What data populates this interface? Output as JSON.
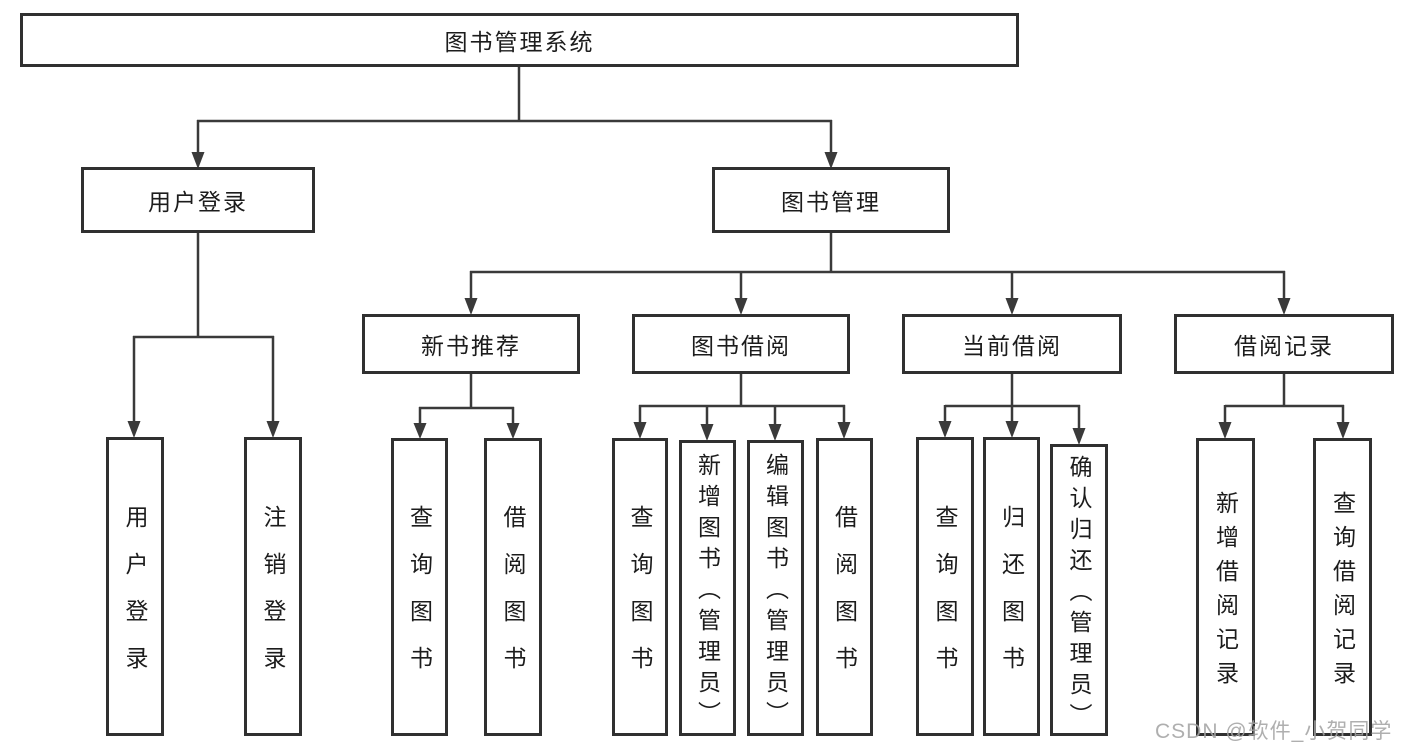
{
  "nodes": {
    "root": "图书管理系统",
    "user_login": "用户登录",
    "book_management": "图书管理",
    "new_book_recommend": "新书推荐",
    "book_borrowing": "图书借阅",
    "current_borrowing": "当前借阅",
    "borrowing_records": "借阅记录",
    "leaf_user_login": "用户登录",
    "leaf_logout": "注销登录",
    "recommend_query_book": "查询图书",
    "recommend_borrow_book": "借阅图书",
    "borrowing_query_book": "查询图书",
    "borrowing_add_book_admin": "新增图书（管理员）",
    "borrowing_edit_book_admin": "编辑图书（管理员）",
    "borrowing_borrow_book": "借阅图书",
    "current_query_book": "查询图书",
    "current_return_book": "归还图书",
    "current_confirm_return_admin": "确认归还（管理员）",
    "records_add_borrow_record": "新增借阅记录",
    "records_query_borrow_record": "查询借阅记录"
  },
  "watermark": {
    "text": "CSDN @软件_小贺同学",
    "color": "#a4a4a4"
  },
  "colors": {
    "line": "#3a3a3a",
    "box_border": "#303030",
    "text": "#1c1c1c",
    "background": "#ffffff"
  }
}
